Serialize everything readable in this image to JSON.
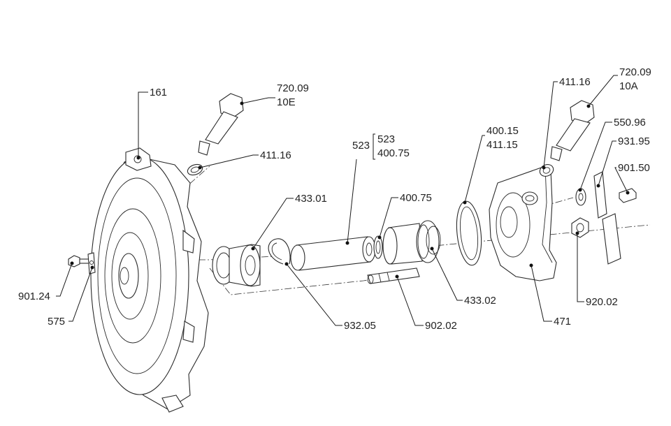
{
  "callouts": {
    "c161": "161",
    "c72009_10e_a": "720.09",
    "c72009_10e_b": "10E",
    "c41116_left": "411.16",
    "c523": "523",
    "c523_sub_a": "523",
    "c523_sub_b": "400.75",
    "c43301": "433.01",
    "c40075": "400.75",
    "c40015": "400.15",
    "c41115": "411.15",
    "c41116_right": "411.16",
    "c72009_10a_a": "720.09",
    "c72009_10a_b": "10A",
    "c55096": "550.96",
    "c93195": "931.95",
    "c90150": "901.50",
    "c90124": "901.24",
    "c575": "575",
    "c93205": "932.05",
    "c90202": "902.02",
    "c43302": "433.02",
    "c471": "471",
    "c92002": "920.02"
  }
}
